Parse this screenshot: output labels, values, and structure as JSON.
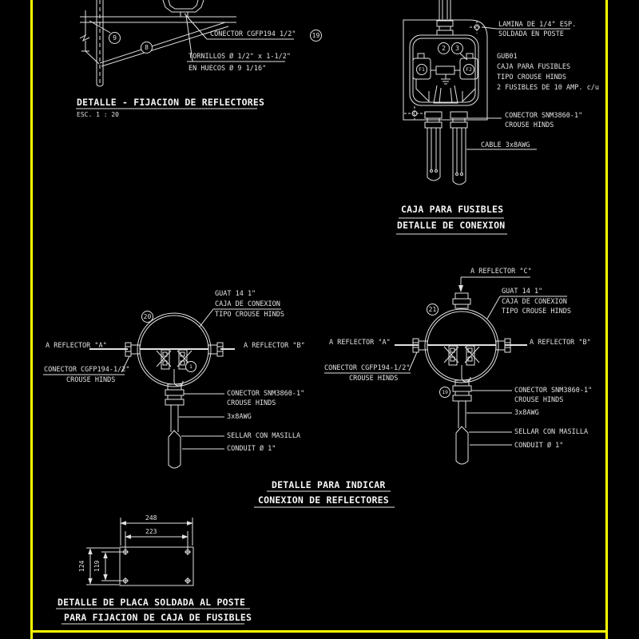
{
  "page": {
    "background": "#000000",
    "line_color": "#e2e2e2",
    "frame_color": "#ffff00"
  },
  "fijacion": {
    "title": "DETALLE - FIJACION DE REFLECTORES",
    "scale": "ESC. 1 : 20",
    "callout_9": "9",
    "callout_8": "8",
    "callout_19": "19",
    "conector": "CONECTOR CGFP194 1/2\"",
    "tornillos_1": "TORNILLOS Ø 1/2\" x 1-1/2\"",
    "tornillos_2": "EN HUECOS Ø 9 1/16\""
  },
  "caja": {
    "title_1": "CAJA PARA FUSIBLES",
    "title_2": "DETALLE DE CONEXION",
    "lamina_1": "LAMINA DE 1/4\" ESP.",
    "lamina_2": "SOLDADA EN POSTE",
    "spec_1": "GUB01",
    "spec_2": "CAJA PARA FUSIBLES",
    "spec_3": "TIPO CROUSE HINDS",
    "spec_4": "2 FUSIBLES DE 10 AMP. c/u",
    "conector_1": "CONECTOR SNM3860-1\"",
    "conector_2": "CROUSE HINDS",
    "cable": "CABLE 3x8AWG",
    "fuse_1": "F1",
    "fuse_2": "F2",
    "callout_2": "2",
    "callout_3": "3"
  },
  "conexion": {
    "title_1": "DETALLE PARA INDICAR",
    "title_2": "CONEXION DE REFLECTORES",
    "left": {
      "callout": "20",
      "callout_inner": "1",
      "box_1": "GUAT 14 1\"",
      "box_2": "CAJA DE CONEXION",
      "box_3": "TIPO CROUSE HINDS",
      "reflector_a": "A REFLECTOR \"A\"",
      "reflector_b": "A REFLECTOR \"B\"",
      "cgfp_1": "CONECTOR CGFP194-1/2\"",
      "cgfp_2": "CROUSE HINDS",
      "snm_1": "CONECTOR SNM3860-1\"",
      "snm_2": "CROUSE HINDS",
      "awg": "3x8AWG",
      "masilla": "SELLAR CON MASILLA",
      "conduit": "CONDUIT Ø 1\""
    },
    "right": {
      "callout": "21",
      "callout_19": "19",
      "reflector_c": "A REFLECTOR \"C\"",
      "box_1": "GUAT 14 1\"",
      "box_2": "CAJA DE CONEXION",
      "box_3": "TIPO CROUSE HINDS",
      "reflector_a": "A REFLECTOR \"A\"",
      "reflector_b": "A REFLECTOR \"B\"",
      "cgfp_1": "CONECTOR CGFP194-1/2\"",
      "cgfp_2": "CROUSE HINDS",
      "snm_1": "CONECTOR SNM3860-1\"",
      "snm_2": "CROUSE HINDS",
      "awg": "3x8AWG",
      "masilla": "SELLAR CON MASILLA",
      "conduit": "CONDUIT Ø 1\""
    }
  },
  "placa": {
    "title_1": "DETALLE DE PLACA SOLDADA AL POSTE",
    "title_2": "PARA FIJACION DE CAJA DE FUSIBLES",
    "dim_width_outer": "248",
    "dim_width_inner": "223",
    "dim_height_outer": "124",
    "dim_height_inner": "119"
  }
}
